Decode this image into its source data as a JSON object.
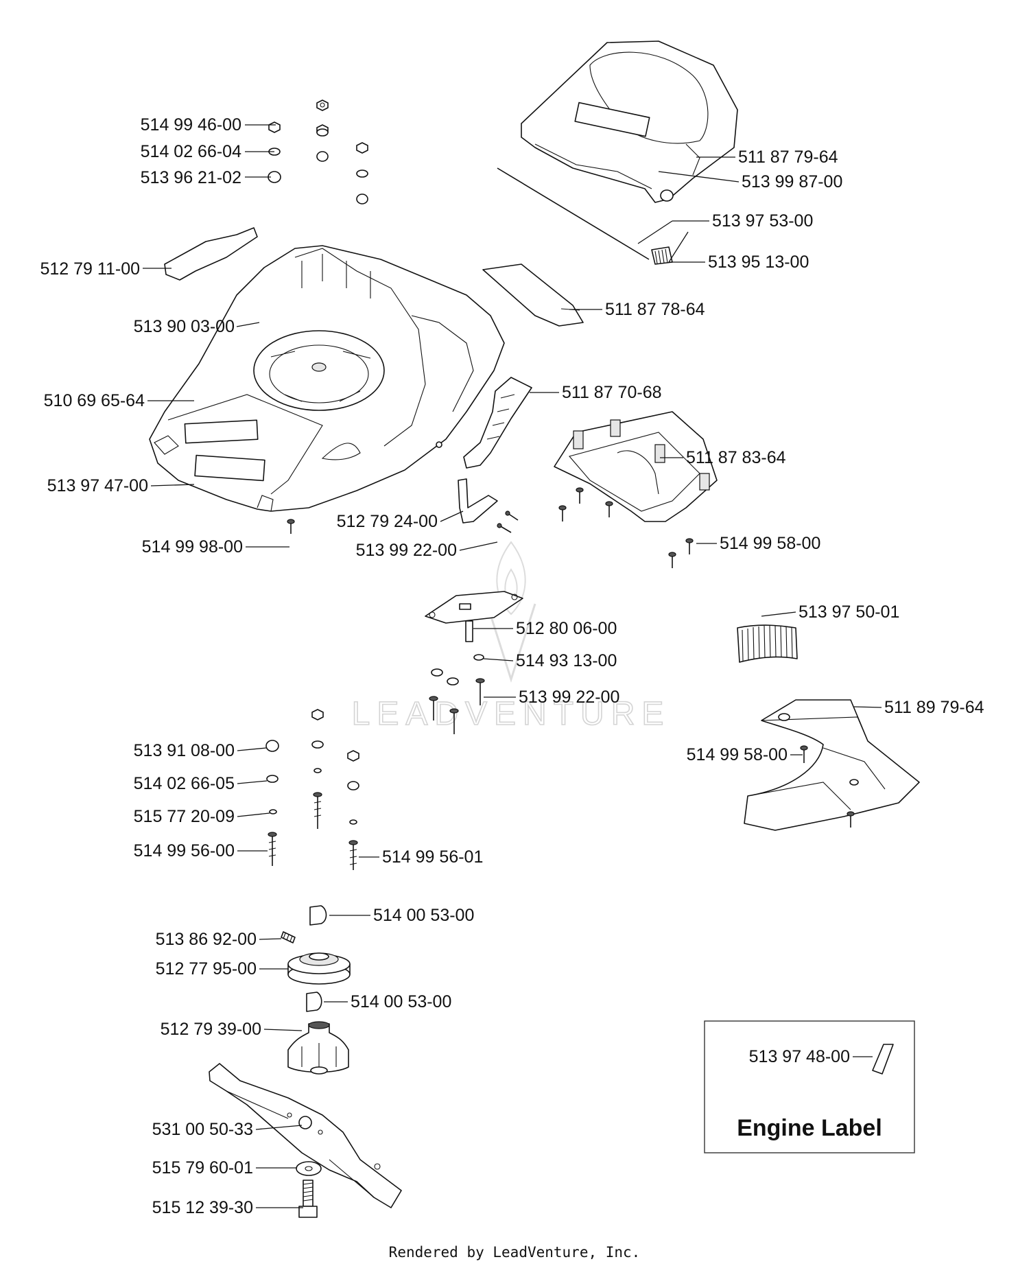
{
  "parts": [
    {
      "id": "p1",
      "number": "514 99 46-00"
    },
    {
      "id": "p2",
      "number": "514 02 66-04"
    },
    {
      "id": "p3",
      "number": "513 96 21-02"
    },
    {
      "id": "p4",
      "number": "512 79 11-00"
    },
    {
      "id": "p5",
      "number": "513 90 03-00"
    },
    {
      "id": "p6",
      "number": "510 69 65-64"
    },
    {
      "id": "p7",
      "number": "513 97 47-00"
    },
    {
      "id": "p8",
      "number": "514 99 98-00"
    },
    {
      "id": "p9",
      "number": "511 87 79-64"
    },
    {
      "id": "p10",
      "number": "513 99 87-00"
    },
    {
      "id": "p11",
      "number": "513 97 53-00"
    },
    {
      "id": "p12",
      "number": "513 95 13-00"
    },
    {
      "id": "p13",
      "number": "511 87 78-64"
    },
    {
      "id": "p14",
      "number": "511 87 70-68"
    },
    {
      "id": "p15",
      "number": "511 87 83-64"
    },
    {
      "id": "p16",
      "number": "512 79 24-00"
    },
    {
      "id": "p17",
      "number": "513 99 22-00"
    },
    {
      "id": "p18",
      "number": "514 99 58-00"
    },
    {
      "id": "p19",
      "number": "512 80 06-00"
    },
    {
      "id": "p20",
      "number": "514 93 13-00"
    },
    {
      "id": "p21",
      "number": "513 99 22-00"
    },
    {
      "id": "p22",
      "number": "513 97 50-01"
    },
    {
      "id": "p23",
      "number": "511 89 79-64"
    },
    {
      "id": "p24",
      "number": "514 99 58-00"
    },
    {
      "id": "p25",
      "number": "513 91 08-00"
    },
    {
      "id": "p26",
      "number": "514 02 66-05"
    },
    {
      "id": "p27",
      "number": "515 77 20-09"
    },
    {
      "id": "p28",
      "number": "514 99 56-00"
    },
    {
      "id": "p29",
      "number": "514 99 56-01"
    },
    {
      "id": "p30",
      "number": "514 00 53-00"
    },
    {
      "id": "p31",
      "number": "513 86 92-00"
    },
    {
      "id": "p32",
      "number": "512 77 95-00"
    },
    {
      "id": "p33",
      "number": "514 00 53-00"
    },
    {
      "id": "p34",
      "number": "512 79 39-00"
    },
    {
      "id": "p35",
      "number": "531 00 50-33"
    },
    {
      "id": "p36",
      "number": "515 79 60-01"
    },
    {
      "id": "p37",
      "number": "515 12 39-30"
    },
    {
      "id": "p38",
      "number": "513 97 48-00"
    }
  ],
  "engine_label": {
    "title": "Engine Label"
  },
  "watermark": {
    "text": "LEADVENTURE"
  },
  "footer": {
    "text": "Rendered by LeadVenture, Inc."
  }
}
